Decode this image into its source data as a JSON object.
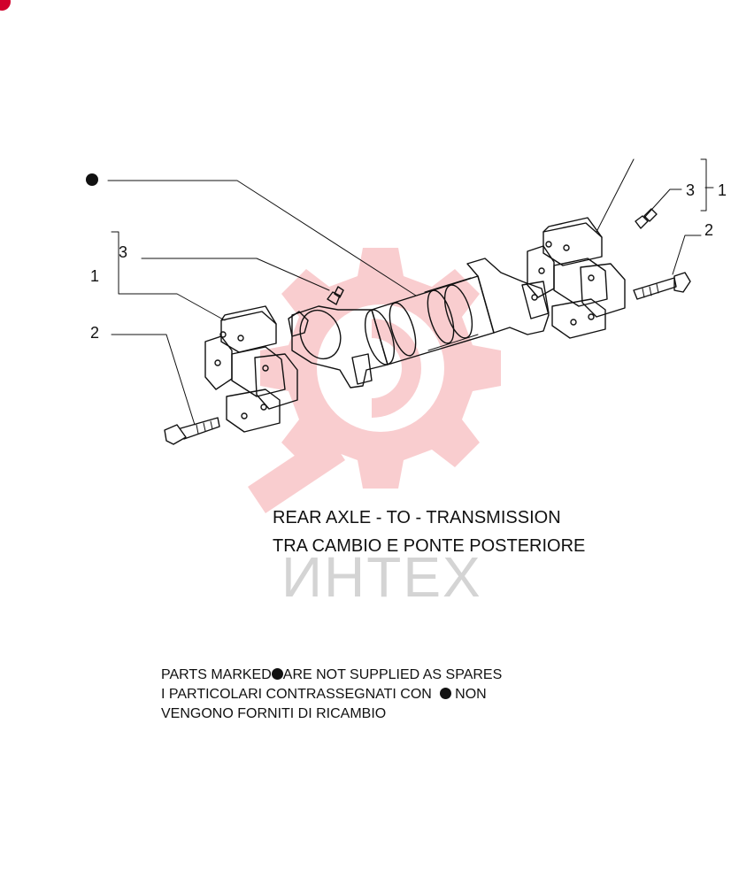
{
  "callouts": {
    "left_assembly": "1",
    "left_grease_fitting": "3",
    "left_bolt": "2",
    "right_assembly": "1",
    "right_grease_fitting": "3",
    "right_bolt": "2"
  },
  "caption": {
    "line1": "REAR AXLE - TO - TRANSMISSION",
    "line2": "TRA CAMBIO E PONTE POSTERIORE"
  },
  "watermark": {
    "text": "ИНТЕХ",
    "color": "#e8202a"
  },
  "note": {
    "line1_before_dot": "PARTS MARKED",
    "line1_after_dot": "ARE NOT SUPPLIED AS SPARES",
    "line2_before_dot": "I  PARTICOLARI  CONTRASSEGNATI  CON",
    "line2_after_dot": "NON",
    "line3": "VENGONO FORNITI DI RICAMBIO"
  },
  "icons": {
    "marker": "filled-circle-icon",
    "brand_corner": "red-corner-logo-icon",
    "watermark_gear": "gear-logo-icon"
  }
}
